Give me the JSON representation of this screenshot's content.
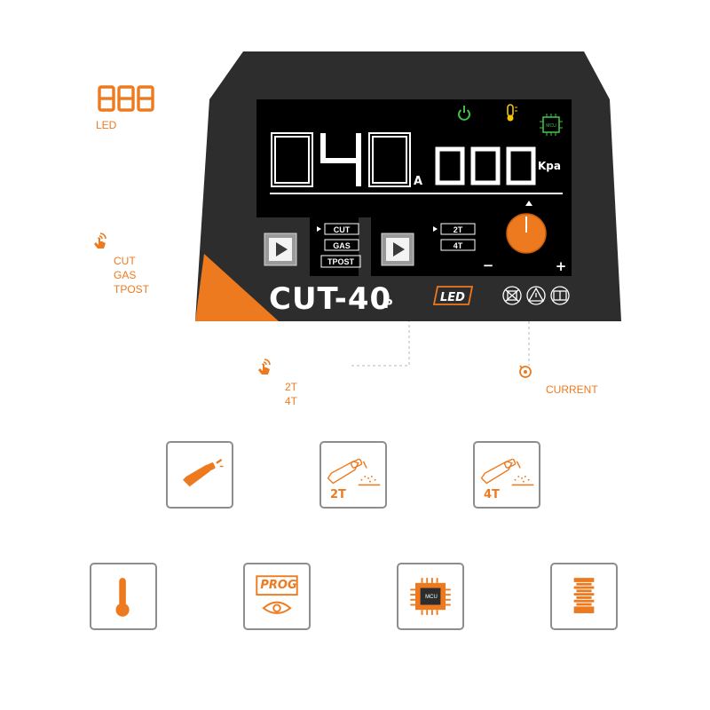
{
  "annotations": {
    "led_digits": "888",
    "led_label": "LED",
    "mode_items": [
      "CUT",
      "GAS",
      "TPOST"
    ],
    "trigger_items": [
      "2T",
      "4T"
    ],
    "current_label": "CURRENT"
  },
  "panel": {
    "amps_value": "040",
    "amps_unit": "A",
    "pressure_value": "000",
    "pressure_unit": "Kpa",
    "mode_options": [
      "CUT",
      "GAS",
      "TPOST"
    ],
    "trigger_options": [
      "2T",
      "4T"
    ],
    "knob_minus": "−",
    "knob_plus": "+",
    "model_name": "CUT-40",
    "model_suffix": "P",
    "led_badge": "LED",
    "mcu_chip": "MCU"
  },
  "features": {
    "trigger_2t": "2T",
    "trigger_4t": "4T",
    "prog_label": "PROG",
    "mcu_label": "MCU"
  },
  "colors": {
    "accent": "#ee7a1f",
    "panel": "#2d2d2d",
    "screen": "#000000",
    "power_green": "#3fbf4a",
    "temp_yellow": "#f2c500"
  }
}
